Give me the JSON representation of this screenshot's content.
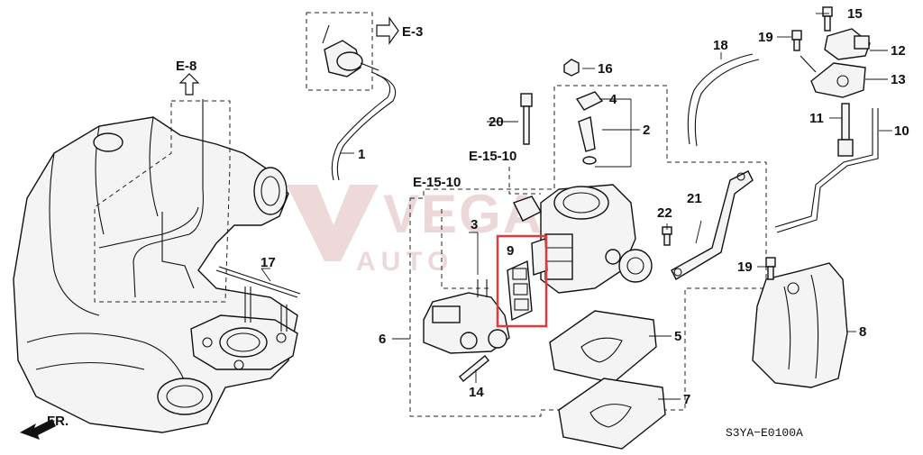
{
  "diagram": {
    "part_labels": {
      "p1": "1",
      "p2": "2",
      "p3": "3",
      "p4": "4",
      "p5": "5",
      "p6": "6",
      "p7": "7",
      "p8": "8",
      "p9": "9",
      "p10": "10",
      "p11": "11",
      "p12": "12",
      "p13": "13",
      "p14": "14",
      "p15": "15",
      "p16": "16",
      "p17": "17",
      "p18": "18",
      "p19a": "19",
      "p19b": "19",
      "p20": "20",
      "p21": "21",
      "p22": "22"
    },
    "section_refs": {
      "e3": "E-3",
      "e8": "E-8",
      "e15a": "E-15-10",
      "e15b": "E-15-10"
    },
    "direction": "FR.",
    "diagram_code": "S3YA−E0100A",
    "watermark": {
      "main": "VEGA",
      "sub": "AUTO"
    },
    "highlight_color": "#e03a3e"
  }
}
